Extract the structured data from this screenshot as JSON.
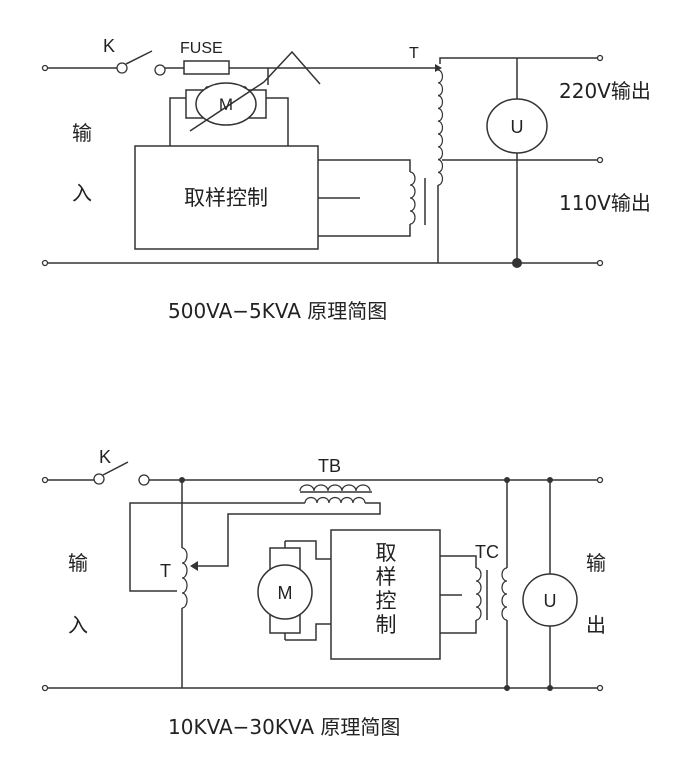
{
  "diagram1": {
    "k": "K",
    "fuse": "FUSE",
    "t": "T",
    "m": "M",
    "u": "U",
    "control": "取样控制",
    "input_top": "输",
    "input_bottom": "入",
    "out220": "220V输出",
    "out110": "110V输出",
    "caption": "500VA−5KVA 原理简图"
  },
  "diagram2": {
    "k": "K",
    "tb": "TB",
    "t": "T",
    "tc": "TC",
    "m": "M",
    "u": "U",
    "control": [
      "取",
      "样",
      "控",
      "制"
    ],
    "input_top": "输",
    "input_bottom": "入",
    "output_top": "输",
    "output_bottom": "出",
    "caption": "10KVA−30KVA 原理简图"
  }
}
